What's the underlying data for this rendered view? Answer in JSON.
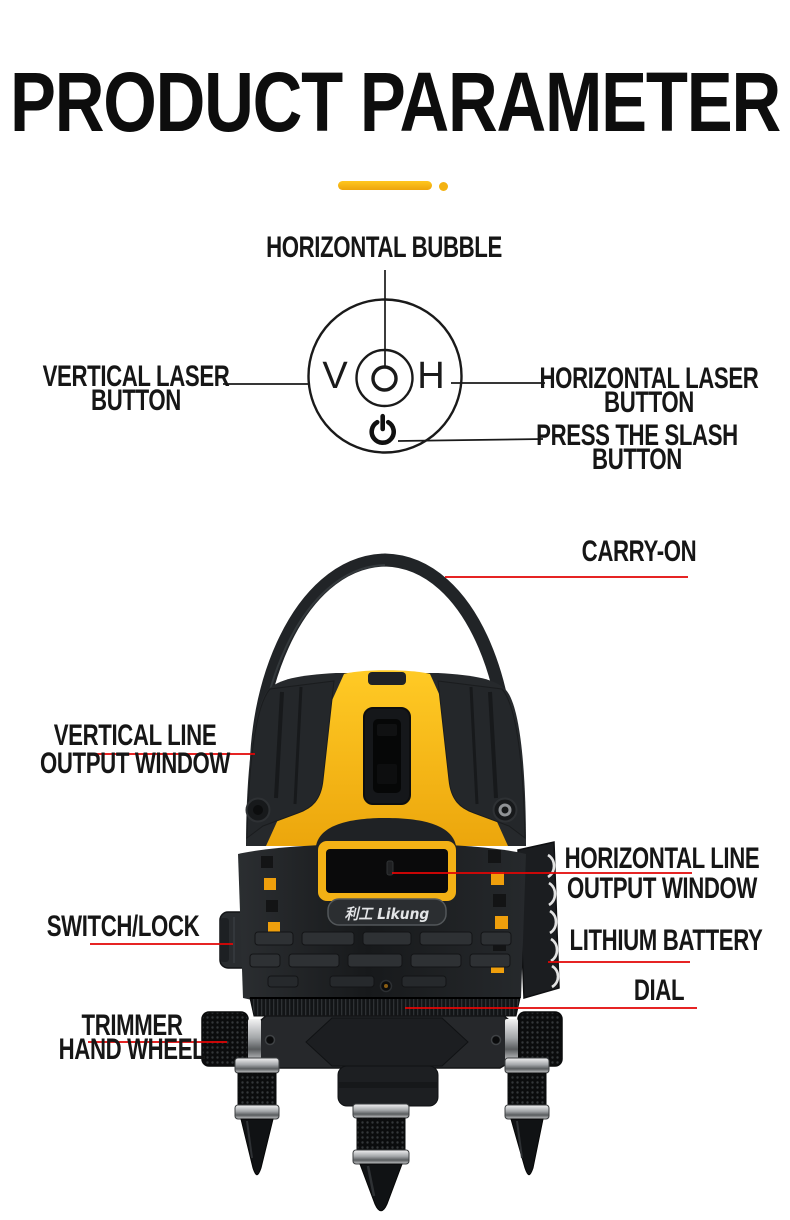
{
  "page": {
    "title": "PRODUCT PARAMETER"
  },
  "colors": {
    "accent_yellow": "#F2AE0E",
    "divider_yellow": "#F4B211",
    "leader_red": "#E30505",
    "body_black": "#222426"
  },
  "control_diagram": {
    "labels": {
      "horizontal_bubble": "HORIZONTAL BUBBLE",
      "vertical_laser_line1": "VERTICAL LASER",
      "vertical_laser_line2": "BUTTON",
      "horizontal_laser_line1": "HORIZONTAL LASER",
      "horizontal_laser_line2": "BUTTON",
      "press_slash_line1": "PRESS THE SLASH",
      "press_slash_line2": "BUTTON",
      "vertical_button_letter": "V",
      "horizontal_button_letter": "H"
    }
  },
  "device": {
    "brand_logo": "利工 Likung",
    "labels": {
      "carry_on": "CARRY-ON",
      "vertical_window_line1": "VERTICAL LINE",
      "vertical_window_line2": "OUTPUT WINDOW",
      "horizontal_window_line1": "HORIZONTAL LINE",
      "horizontal_window_line2": "OUTPUT WINDOW",
      "switch_lock": "SWITCH/LOCK",
      "lithium_battery": "LITHIUM BATTERY",
      "dial": "DIAL",
      "trimmer_line1": "TRIMMER",
      "trimmer_line2": "HAND WHEEL"
    }
  }
}
